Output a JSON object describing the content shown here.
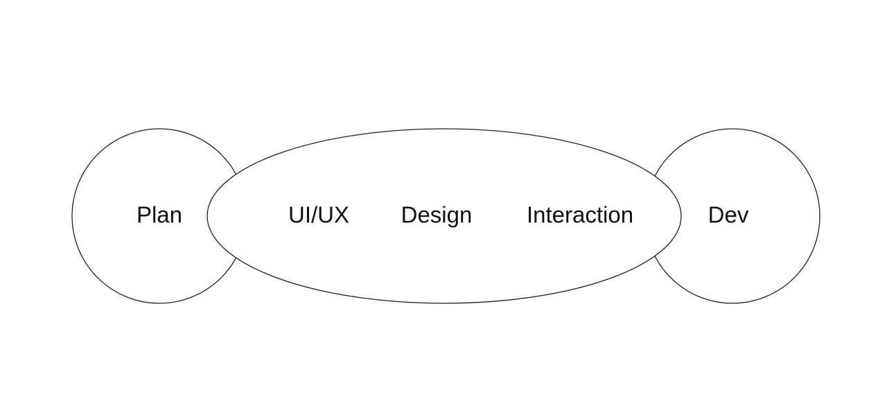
{
  "diagram": {
    "left_circle": {
      "label": "Plan"
    },
    "center_ellipse": {
      "labels": [
        "UI/UX",
        "Design",
        "Interaction"
      ]
    },
    "right_circle": {
      "label": "Dev"
    }
  },
  "colors": {
    "background": "#ffffff",
    "stroke": "#1f1f1f",
    "text": "#111111"
  }
}
